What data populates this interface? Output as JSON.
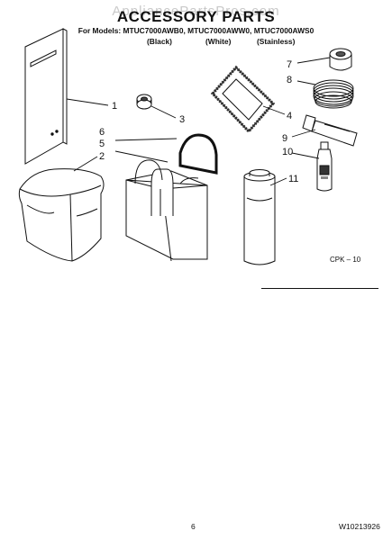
{
  "watermark": "AppliancePartsPros.com",
  "title": "ACCESSORY PARTS",
  "models_line": "For Models: MTUC7000AWB0, MTUC7000AWW0, MTUC7000AWS0",
  "variants": [
    "(Black)",
    "(White)",
    "(Stainless)"
  ],
  "callouts": [
    "1",
    "2",
    "3",
    "4",
    "5",
    "6",
    "7",
    "8",
    "9",
    "10",
    "11"
  ],
  "diagram_code": "CPK – 10",
  "page_number": "6",
  "document_number": "W10213926"
}
